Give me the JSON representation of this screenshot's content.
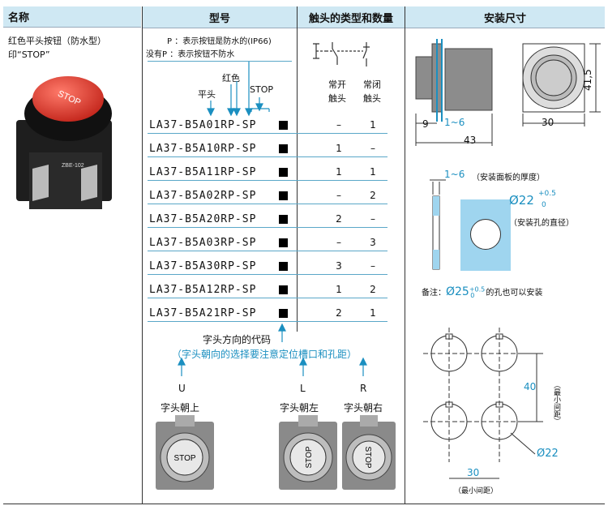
{
  "headers": {
    "name": "名称",
    "model": "型号",
    "contact": "触头的类型和数量",
    "install": "安装尺寸"
  },
  "product": {
    "line1": "红色平头按钮（防水型）",
    "line2": "印“STOP”",
    "photo_text": "STOP",
    "photo_label": "ZBE-102"
  },
  "model_notes": {
    "p_line": "P ：表示按钮是防水的(IP66)",
    "nop_line": "没有P ：表示按钮不防水"
  },
  "model_labels": {
    "flat": "平头",
    "red": "红色",
    "stop": "STOP"
  },
  "contact_headers": {
    "no1": "常开",
    "no2": "触头",
    "nc1": "常闭",
    "nc2": "触头"
  },
  "rows": [
    {
      "model": "LA37-B5A01RP-SP",
      "no": "–",
      "nc": "1"
    },
    {
      "model": "LA37-B5A10RP-SP",
      "no": "1",
      "nc": "–"
    },
    {
      "model": "LA37-B5A11RP-SP",
      "no": "1",
      "nc": "1"
    },
    {
      "model": "LA37-B5A02RP-SP",
      "no": "–",
      "nc": "2"
    },
    {
      "model": "LA37-B5A20RP-SP",
      "no": "2",
      "nc": "–"
    },
    {
      "model": "LA37-B5A03RP-SP",
      "no": "–",
      "nc": "3"
    },
    {
      "model": "LA37-B5A30RP-SP",
      "no": "3",
      "nc": "–"
    },
    {
      "model": "LA37-B5A12RP-SP",
      "no": "1",
      "nc": "2"
    },
    {
      "model": "LA37-B5A21RP-SP",
      "no": "2",
      "nc": "1"
    }
  ],
  "orientation": {
    "code_label": "字头方向的代码",
    "note": "（字头朝向的选择要注意定位槽口和孔距）",
    "u": "U",
    "l": "L",
    "r": "R",
    "up": "字头朝上",
    "left": "字头朝左",
    "right": "字头朝右",
    "stop": "STOP"
  },
  "dims": {
    "d9": "9",
    "d1_6": "1~6",
    "d43": "43",
    "d30": "30",
    "d41_5": "41,5",
    "thickness": "1~6",
    "thickness_note": "（安装面板的厚度）",
    "hole": "Ø22",
    "hole_tol_up": "+0.5",
    "hole_tol_dn": "0",
    "hole_note": "（安装孔的直径）",
    "remark_pre": "备注：",
    "remark_d": "Ø25",
    "remark_tol_up": "+0.5",
    "remark_tol_dn": "0",
    "remark_post": "的孔也可以安装",
    "spacing_v": "40",
    "spacing_v_note": "（最小间距）",
    "spacing_h": "30",
    "spacing_h_note": "（最小间距）",
    "hole2": "Ø22"
  },
  "colors": {
    "header_bg": "#cfe8f3",
    "accent": "#1b8fc0",
    "button_red": "#e23b2e"
  }
}
